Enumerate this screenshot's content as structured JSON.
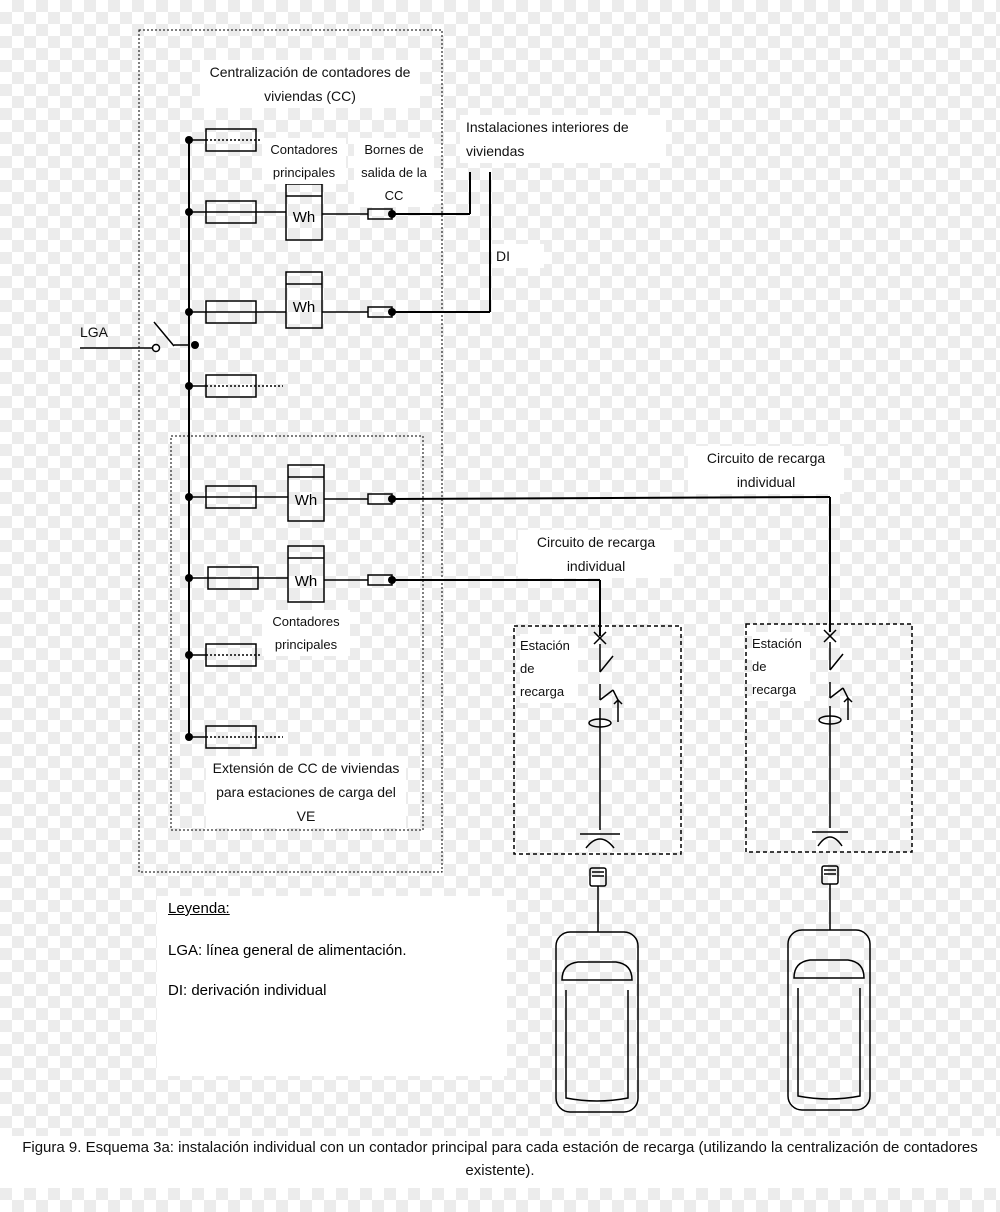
{
  "labels": {
    "cc_title": "Centralización de contadores de viviendas (CC)",
    "contadores_principales_top": "Contadores principales",
    "bornes": "Bornes de salida de la CC",
    "instalaciones": "Instalaciones interiores de viviendas",
    "di": "DI",
    "lga": "LGA",
    "circuito_right": "Circuito de recarga individual",
    "circuito_mid": "Circuito de recarga individual",
    "contadores_principales_bottom": "Contadores principales",
    "extension": "Extensión de CC de viviendas para estaciones de carga del VE",
    "estacion_left": "Estación de recarga",
    "estacion_right": "Estación de recarga",
    "meter": "Wh"
  },
  "legend": {
    "title": "Leyenda:",
    "lga": "LGA: línea general de alimentación.",
    "di": "DI: derivación individual"
  },
  "caption": "Figura 9. Esquema 3a: instalación individual con un contador principal para cada estación de recarga (utilizando la centralización de contadores existente)."
}
